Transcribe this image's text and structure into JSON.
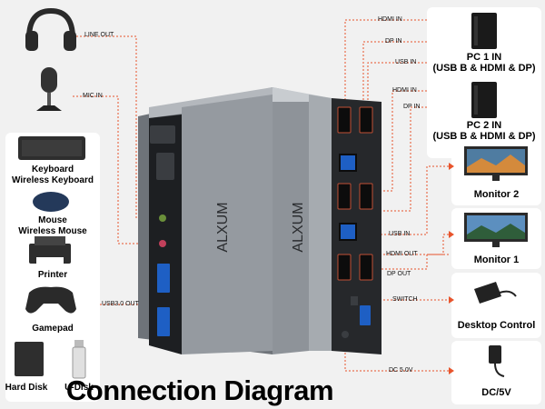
{
  "brand": "ALXUM",
  "title": "Connection Diagram",
  "colors": {
    "accent": "#e8542c",
    "panel": "#ffffff",
    "background": "#f1f1f1",
    "device": "#8e9399"
  },
  "left_connectors": {
    "line_out": "LINE OUT",
    "mic_in": "MIC IN",
    "usb30_out": "USB3.0 OUT"
  },
  "right_connectors": {
    "hdmi_in_1": "HDMI IN",
    "dp_in_1": "DP IN",
    "usb_in_1": "USB IN",
    "hdmi_in_2": "HDMI IN",
    "dp_in_2": "DP IN",
    "usb_in_2": "USB IN",
    "hdmi_out": "HDMI OUT",
    "dp_out": "DP OUT",
    "switch": "SWITCH",
    "dc_5v": "DC 5.0V"
  },
  "left_devices": {
    "keyboard": "Keyboard",
    "wireless_keyboard": "Wireless Keyboard",
    "mouse": "Mouse",
    "wireless_mouse": "Wireless Mouse",
    "printer": "Printer",
    "gamepad": "Gamepad",
    "hard_disk": "Hard Disk",
    "udisk": "U-Disk"
  },
  "right_devices": {
    "pc1": "PC 1 IN",
    "pc1_sub": "(USB B & HDMI & DP)",
    "pc2": "PC 2 IN",
    "pc2_sub": "(USB B & HDMI & DP)",
    "monitor2": "Monitor 2",
    "monitor1": "Monitor 1",
    "desktop_control": "Desktop Control",
    "dc5v": "DC/5V"
  },
  "icons": [
    "headphones-icon",
    "microphone-icon",
    "keyboard-icon",
    "mouse-icon",
    "printer-icon",
    "gamepad-icon",
    "hard-disk-icon",
    "usb-stick-icon",
    "pc-tower-icon",
    "monitor-icon",
    "desktop-control-icon",
    "power-adapter-icon"
  ]
}
